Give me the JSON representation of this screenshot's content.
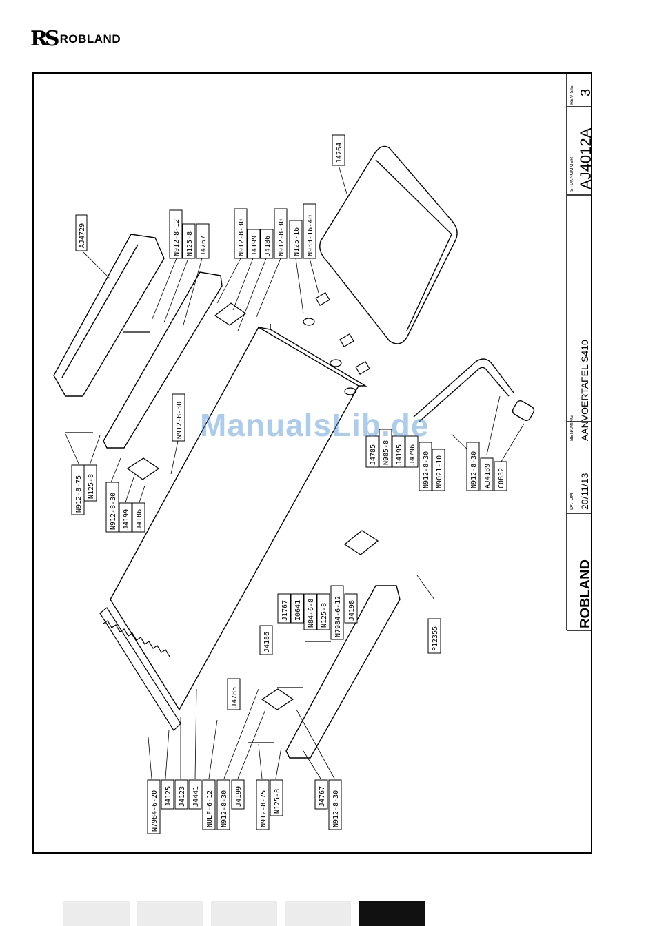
{
  "header": {
    "logo_mark": "RS",
    "brand": "ROBLAND"
  },
  "title_block": {
    "brand": "ROBLAND",
    "datum_label": "DATUM",
    "datum": "20/11/13",
    "benaming_label": "BENAMING",
    "benaming": "AANVOERTAFEL  S410",
    "stuknummer_label": "STUKNUMMER",
    "stuknummer": "AJ4012A",
    "revisie_label": "REVISIE",
    "revisie": "3"
  },
  "watermark": "ManualsLib.de",
  "callouts": {
    "top_left": [
      "AJ4729",
      "N912-8-12",
      "N125-8",
      "J4767",
      "N912-8-30",
      "J4199",
      "J4186",
      "N912-8-30",
      "N125-16",
      "N933-16-40",
      "J4764"
    ],
    "left_mid": [
      "N912-8-30",
      "N912-8-75",
      "N125-8",
      "N912-8-30",
      "J4199",
      "J4186"
    ],
    "center": [
      "J4785",
      "N985-8",
      "J4195",
      "J4796",
      "N912-8-30",
      "N9021-10",
      "N912-8-30",
      "AJ4189",
      "C0832"
    ],
    "center_low": [
      "J1767",
      "I0641",
      "N84-6-8",
      "N125-8",
      "N7984-6-12",
      "J4198",
      "P12355",
      "J4186",
      "J4785"
    ],
    "bottom": [
      "N7984-6-20",
      "J4125",
      "J4123",
      "J4441",
      "NULF-6-12",
      "N912-8-30",
      "J4199",
      "N912-8-75",
      "N125-8",
      "J4767",
      "N912-8-30"
    ]
  },
  "page_tabs": [
    "",
    "",
    "",
    "",
    ""
  ]
}
